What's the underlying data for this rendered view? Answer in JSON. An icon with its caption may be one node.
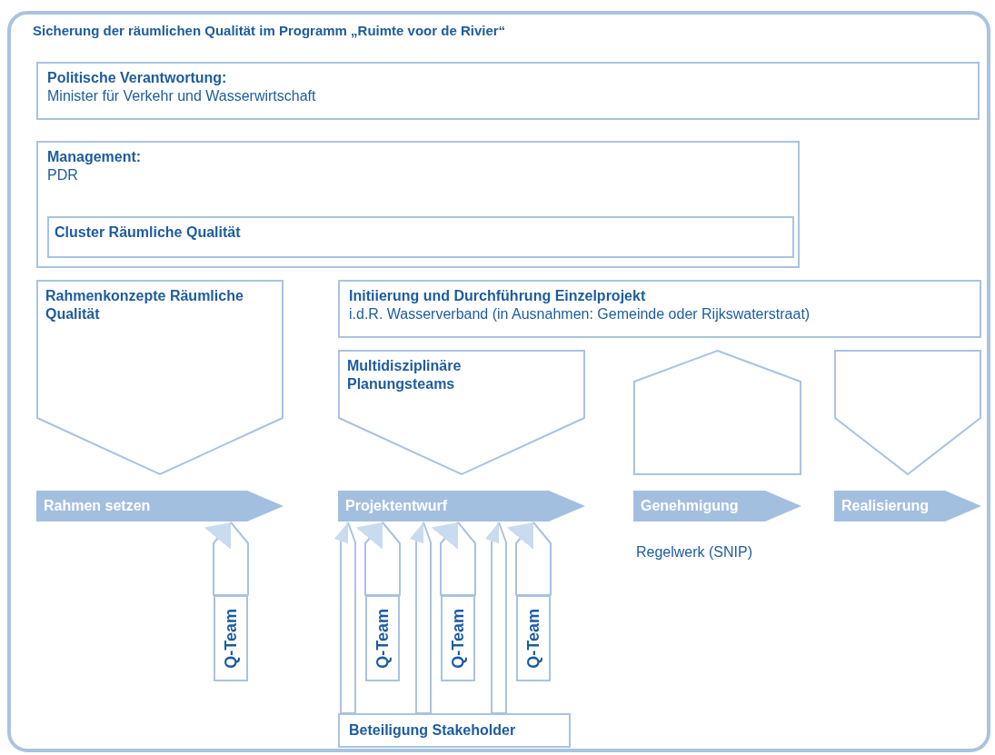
{
  "diagram": {
    "nodes": [
      {
        "text": [
          "Sicherung der räumlichen Qualität im Programm „Ruimte voor de Rivier“"
        ]
      },
      {
        "text": [
          "Politische Verantwortung:",
          "Minister für Verkehr und Wasserwirtschaft"
        ],
        "in": 0
      },
      {
        "text": [
          "Management:",
          "PDR"
        ],
        "in": 0
      },
      {
        "text": [
          "Cluster Räumliche Qualität"
        ],
        "in": 2
      },
      {
        "text": [
          "Rahmenkonzepte Räumliche Qualität"
        ],
        "in": 0
      },
      {
        "text": [
          "Initiierung und Durchführung Einzelprojekt",
          "i.d.R. Wasserverband (in Ausnahmen: Gemeinde oder Rijkswaterstraat)"
        ],
        "in": 0
      },
      {
        "text": [
          "Multidisziplinäre Planungsteams"
        ],
        "in": 0
      },
      {
        "text": [],
        "shape": "pentagon",
        "in": 0
      },
      {
        "text": [],
        "shape": "pentagon",
        "in": 0
      },
      {
        "text": [
          "Rahmen setzen"
        ],
        "in": 0
      },
      {
        "text": [
          "Projektentwurf"
        ],
        "in": 0
      },
      {
        "text": [
          "Genehmigung"
        ],
        "in": 0
      },
      {
        "text": [
          "Realisierung"
        ],
        "in": 0
      },
      {
        "text": [
          "Q-Team"
        ],
        "in": 0
      },
      {
        "text": [
          "Q-Team"
        ],
        "in": 0
      },
      {
        "text": [
          "Q-Team"
        ],
        "in": 0
      },
      {
        "text": [
          "Q-Team"
        ],
        "in": 0
      },
      {
        "text": [
          "Beteiligung Stakeholder"
        ],
        "in": 0
      }
    ],
    "edges": [
      {
        "from": 13,
        "to": 9,
        "arrow": "to"
      },
      {
        "from": 17,
        "to": 10,
        "arrow": "to"
      },
      {
        "from": 14,
        "to": 10,
        "arrow": "to"
      },
      {
        "from": 17,
        "to": 10,
        "arrow": "to"
      },
      {
        "from": 15,
        "to": 10,
        "arrow": "to"
      },
      {
        "from": 17,
        "to": 10,
        "arrow": "to"
      },
      {
        "from": 16,
        "to": 10,
        "arrow": "to"
      }
    ],
    "labels": [
      "Regelwerk (SNIP)"
    ]
  }
}
